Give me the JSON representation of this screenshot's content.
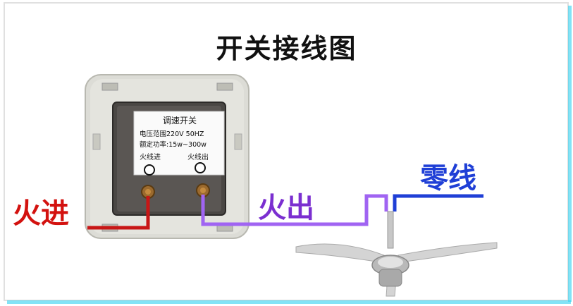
{
  "title": "开关接线图",
  "switch": {
    "name": "调速开关",
    "voltage_spec": "电压范围220V  50HZ",
    "power_spec": "额定功率:15w~300w",
    "terminal_in": "火线进",
    "terminal_out": "火线出"
  },
  "wires": {
    "live_in": "火进",
    "live_out": "火出",
    "neutral": "零线"
  },
  "colors": {
    "live_in": "#d3120f",
    "live_out": "#9a5cf0",
    "neutral": "#1f3fd6"
  }
}
